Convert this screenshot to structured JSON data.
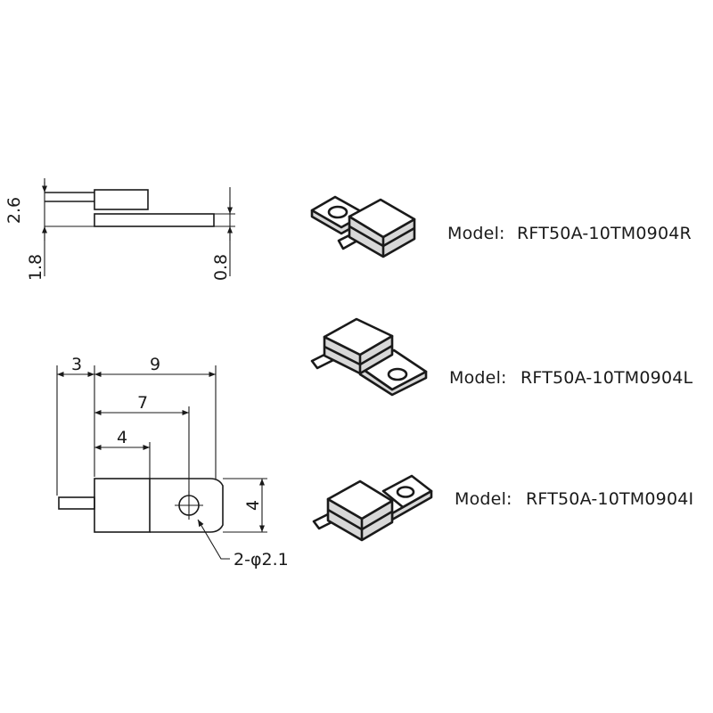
{
  "side_view": {
    "dim_total_height": "2.6",
    "dim_block_height": "1.8",
    "dim_tab_thickness": "0.8"
  },
  "top_view": {
    "dim_lead": "3",
    "dim_overall": "9",
    "dim_hole_center": "7",
    "dim_block_width": "4",
    "dim_height": "4",
    "hole_callout": "2-φ2.1"
  },
  "models": [
    {
      "label": "Model:",
      "value": "RFT50A-10TM0904R"
    },
    {
      "label": "Model:",
      "value": "RFT50A-10TM0904L"
    },
    {
      "label": "Model:",
      "value": "RFT50A-10TM0904I"
    }
  ],
  "colors": {
    "line": "#1a1a1a",
    "part_top": "#ffffff",
    "background": "#ffffff"
  }
}
